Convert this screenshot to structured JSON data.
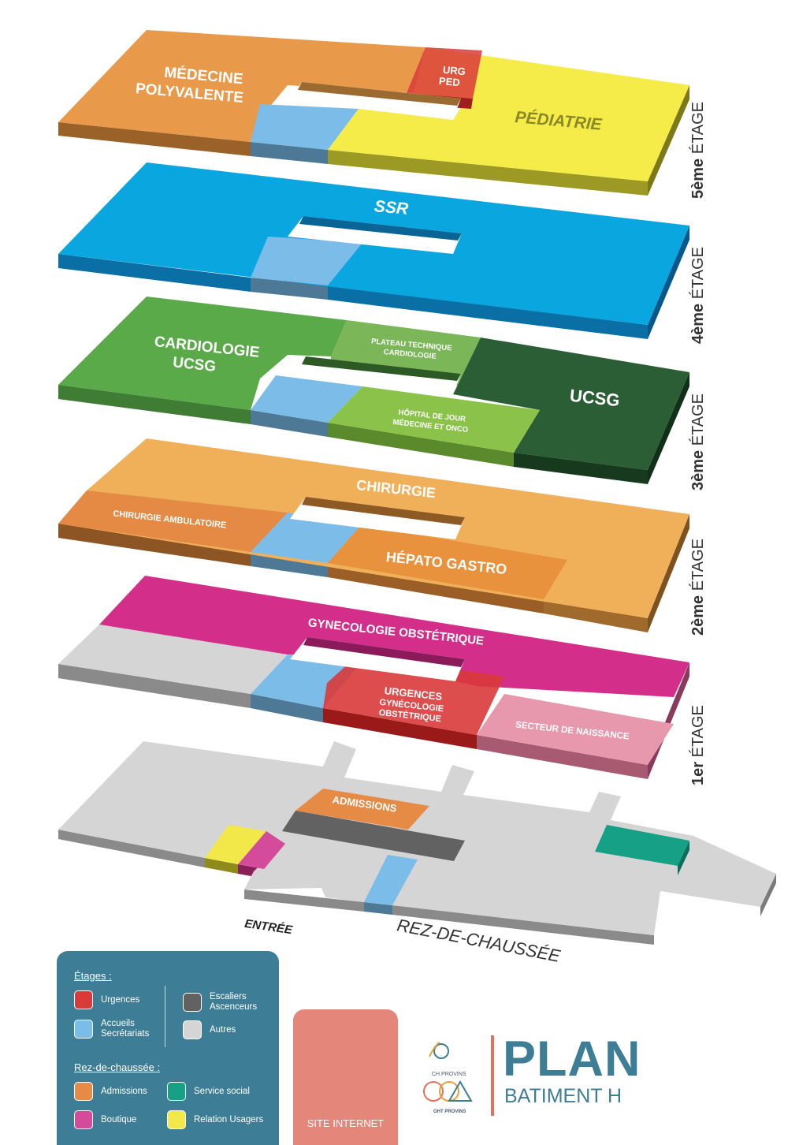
{
  "floors": {
    "f5": {
      "label_bold": "5ème",
      "label_light": "ÉTAGE",
      "medecine": "MÉDECINE",
      "polyvalente": "POLYVALENTE",
      "urg": "URG",
      "ped": "PED",
      "pediatrie": "PÉDIATRIE"
    },
    "f4": {
      "label_bold": "4ème",
      "label_light": "ÉTAGE",
      "ssr": "SSR"
    },
    "f3": {
      "label_bold": "3ème",
      "label_light": "ÉTAGE",
      "cardiologie": "CARDIOLOGIE",
      "ucsg_left": "UCSG",
      "plateau_1": "PLATEAU TECHNIQUE",
      "plateau_2": "CARDIOLOGIE",
      "hdj_1": "HÔPITAL DE JOUR",
      "hdj_2": "MÉDECINE ET ONCO",
      "ucsg_right": "UCSG"
    },
    "f2": {
      "label_bold": "2ème",
      "label_light": "ÉTAGE",
      "chirurgie": "CHIRURGIE",
      "ambulatoire": "CHIRURGIE AMBULATOIRE",
      "hepato": "HÉPATO GASTRO"
    },
    "f1": {
      "label_bold": "1er",
      "label_light": "ÉTAGE",
      "gyneco": "GYNECOLOGIE OBSTÉTRIQUE",
      "urg_1": "URGENCES",
      "urg_2": "GYNÉCOLOGIE",
      "urg_3": "OBSTÉTRIQUE",
      "naissance": "SECTEUR DE NAISSANCE"
    },
    "rdc": {
      "label": "REZ-DE-CHAUSSÉE",
      "entree": "ENTRÉE",
      "admissions": "ADMISSIONS"
    }
  },
  "legend": {
    "etages_title": "Étages :",
    "urgences": "Urgences",
    "accueils_1": "Accueils",
    "accueils_2": "Secrétariats",
    "escaliers_1": "Escaliers",
    "escaliers_2": "Ascenceurs",
    "autres": "Autres",
    "rdc_title": "Rez-de-chaussée :",
    "admissions": "Admissions",
    "service_social": "Service social",
    "boutique": "Boutique",
    "relation_usagers": "Relation Usagers"
  },
  "qr": {
    "label": "SITE INTERNET"
  },
  "brand": {
    "ch_provins": "CH PROVINS",
    "ght": "GHT PROVINS"
  },
  "title": {
    "main": "PLAN",
    "sub": "BATIMENT H"
  },
  "colors": {
    "urgences": "#d93a3a",
    "accueils": "#7bbde8",
    "escaliers": "#626262",
    "autres": "#d5d5d5",
    "admissions": "#e58b45",
    "service_social": "#16a085",
    "boutique": "#d34b9a",
    "relation_usagers": "#f2e84a",
    "medecine": "#e8994a",
    "pediatrie": "#f5ec4a",
    "ssr": "#0aa6e0",
    "cardiologie": "#5aaa4a",
    "ucsg": "#2b5e34",
    "hdj": "#8bc34a",
    "chirurgie": "#f0b05a",
    "ambulatoire": "#e58a45",
    "gyneco": "#d32f8a",
    "naissance": "#e898ad",
    "accent": "#3e7d96"
  }
}
